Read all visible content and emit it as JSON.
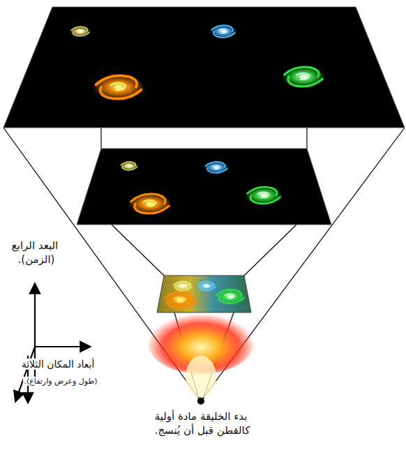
{
  "diagram": {
    "labels": [
      "البعد الرابع (الزمن).",
      "أبعاد المكان الثلاثة",
      "(طول وعرض وارتفاع).",
      "بدء الخليقة مادة أولية كالقطن قبل أن يُنسج."
    ]
  }
}
